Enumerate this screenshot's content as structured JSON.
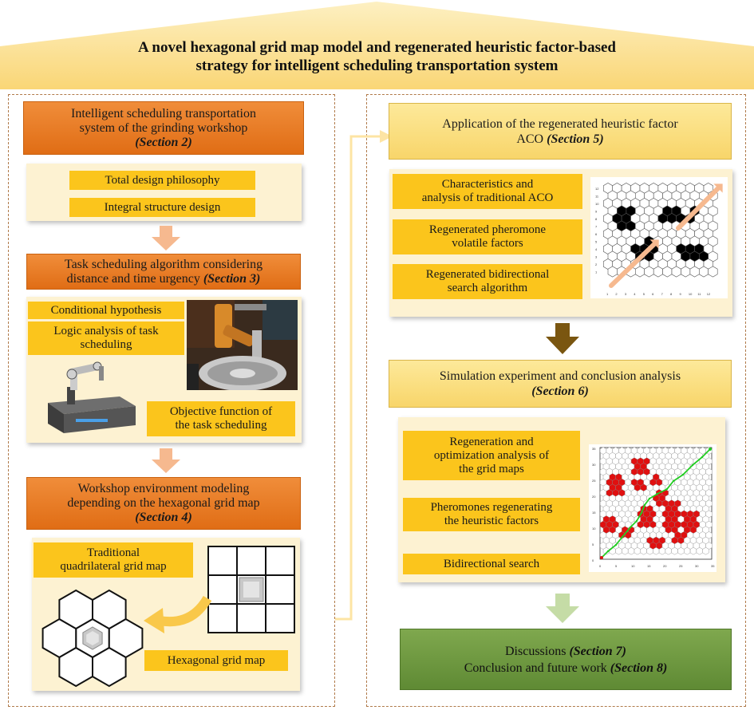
{
  "title": {
    "line1": "A novel hexagonal grid map model and regenerated heuristic factor-based",
    "line2": "strategy for intelligent scheduling transportation system"
  },
  "left": {
    "sec2": {
      "line1": "Intelligent scheduling transportation",
      "line2": "system of the grinding workshop",
      "section": "(Section 2)"
    },
    "sec2_items": [
      "Total design philosophy",
      "Integral structure design"
    ],
    "sec3": {
      "line1": "Task scheduling algorithm considering",
      "line2": "distance and time urgency",
      "section": "(Section 3)"
    },
    "sec3_items": {
      "hypothesis": "Conditional hypothesis",
      "logic_line1": "Logic analysis of task",
      "logic_line2": "scheduling",
      "objective_line1": "Objective function of",
      "objective_line2": "the task scheduling"
    },
    "sec4": {
      "line1": "Workshop environment modeling",
      "line2": "depending on the hexagonal grid map",
      "section": "(Section 4)"
    },
    "sec4_items": {
      "trad_line1": "Traditional",
      "trad_line2": "quadrilateral grid map",
      "hex": "Hexagonal grid map"
    }
  },
  "right": {
    "sec5": {
      "line1": "Application of the regenerated heuristic factor",
      "line2": "ACO",
      "section": "(Section 5)"
    },
    "sec5_items": [
      {
        "line1": "Characteristics and",
        "line2": "analysis of traditional ACO"
      },
      {
        "line1": "Regenerated pheromone",
        "line2": "volatile factors"
      },
      {
        "line1": "Regenerated bidirectional",
        "line2": "search algorithm"
      }
    ],
    "sec6": {
      "line1": "Simulation experiment and conclusion analysis",
      "section": "(Section 6)"
    },
    "sec6_items": [
      {
        "line1": "Regeneration and",
        "line2": "optimization analysis of",
        "line3": "the grid maps"
      },
      {
        "line1": "Pheromones regenerating",
        "line2": "the heuristic factors"
      },
      {
        "line1": "Bidirectional search"
      }
    ],
    "sec7": {
      "text": "Discussions",
      "section": "(Section 7)"
    },
    "sec8": {
      "text": "Conclusion and future work",
      "section": "(Section 8)"
    }
  },
  "hex_map_small": {
    "y_ticks": [
      "12",
      "11",
      "10",
      "9",
      "8",
      "7",
      "6",
      "5",
      "4",
      "3",
      "2",
      "1"
    ],
    "x_ticks": [
      "1",
      "2",
      "3",
      "4",
      "5",
      "6",
      "7",
      "8",
      "9",
      "10",
      "11",
      "12"
    ]
  },
  "hex_map_large": {
    "y_ticks": [
      "35",
      "30",
      "25",
      "20",
      "15",
      "10",
      "5",
      "0"
    ],
    "x_ticks": [
      "0",
      "5",
      "10",
      "15",
      "20",
      "25",
      "30",
      "35"
    ]
  },
  "colors": {
    "orange": "#e87a22",
    "yellow": "#f8d56a",
    "gold": "#fbc51c",
    "cream": "#fdf2d2",
    "green": "#6b9a3e",
    "arrow_peach": "#f6b98f",
    "arrow_brown": "#7a5610",
    "arrow_green": "#c5dca6",
    "obstacle_black": "#000000",
    "obstacle_red": "#e01010",
    "path_green": "#22cc22"
  }
}
